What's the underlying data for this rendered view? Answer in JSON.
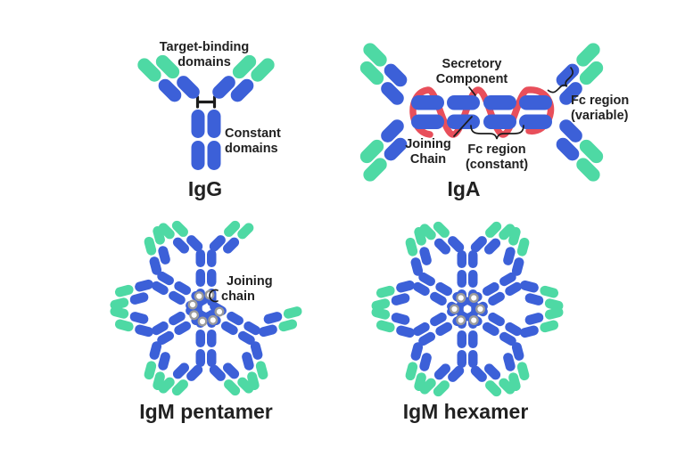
{
  "colors": {
    "blue": "#3C60D8",
    "green": "#4ED9A4",
    "red": "#E84F5B",
    "ring": "#9B9B9B",
    "line": "#1C1C1C",
    "text": "#212121",
    "background": "#FFFFFF"
  },
  "panels": {
    "igg": {
      "title": "IgG",
      "label_target_binding": [
        "Target-binding",
        "domains"
      ],
      "label_constant": [
        "Constant",
        "domains"
      ]
    },
    "iga": {
      "title": "IgA",
      "label_secretory": [
        "Secretory",
        "Component"
      ],
      "label_joining": [
        "Joining",
        "Chain"
      ],
      "label_fc_constant": [
        "Fc region",
        "(constant)"
      ],
      "label_fc_variable": [
        "Fc region",
        "(variable)"
      ]
    },
    "igm_pentamer": {
      "title": "IgM pentamer",
      "label_joining": [
        "Joining",
        "chain"
      ]
    },
    "igm_hexamer": {
      "title": "IgM hexamer"
    }
  }
}
